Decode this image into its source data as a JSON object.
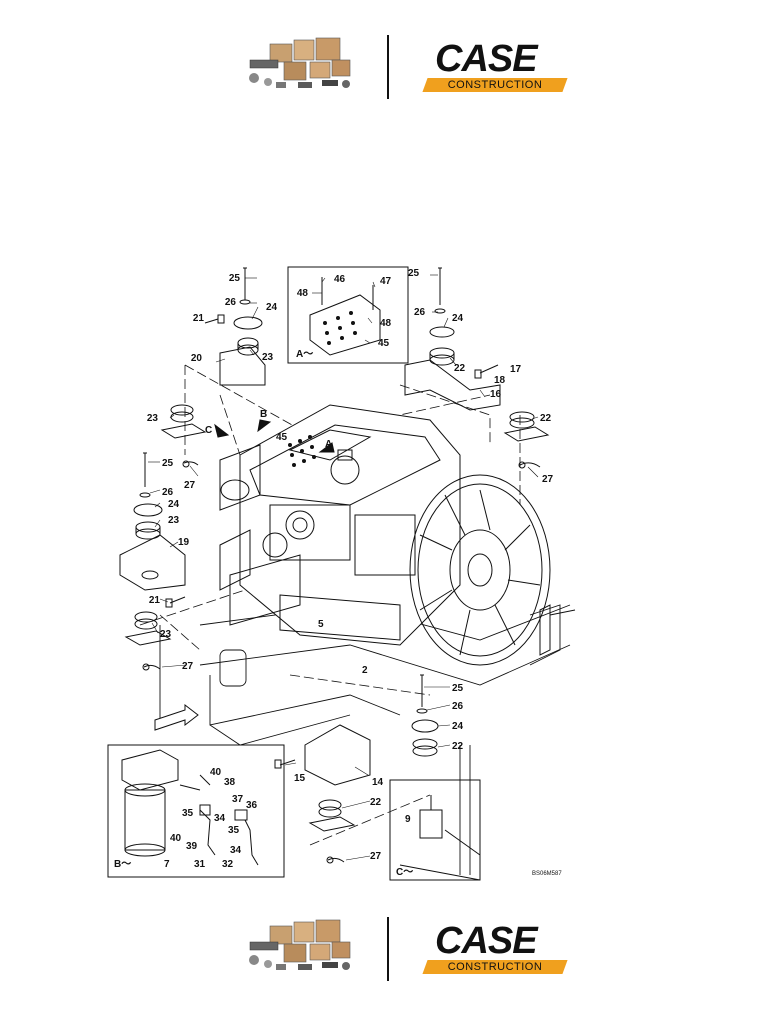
{
  "header": {
    "brand_name": "CASE",
    "brand_sub": "CONSTRUCTION",
    "parts_image": "parts-boxes-icon"
  },
  "footer": {
    "brand_name": "CASE",
    "brand_sub": "CONSTRUCTION",
    "parts_image": "parts-boxes-icon"
  },
  "colors": {
    "brand_orange": "#f0a01e",
    "ink": "#111111"
  },
  "diagram": {
    "reference_code": "BS06M587",
    "detail_a_label": "A～",
    "detail_b_label": "B～",
    "detail_c_label": "C～",
    "arrow_a": "A",
    "arrow_b": "B",
    "arrow_c": "C",
    "callouts": {
      "n25a": "25",
      "n26a": "26",
      "n21a": "21",
      "n24a": "24",
      "n20": "20",
      "n23a": "23",
      "n46": "46",
      "n48a": "48",
      "n47": "47",
      "n48b": "48",
      "n45a": "45",
      "n25b": "25",
      "n26b": "26",
      "n24b": "24",
      "n22a": "22",
      "n17": "17",
      "n18": "18",
      "n16": "16",
      "n22b": "22",
      "n27a": "27",
      "n23b": "23",
      "n45b": "45",
      "n25c": "25",
      "n27b": "27",
      "n26c": "26",
      "n24c": "24",
      "n23c": "23",
      "n19": "19",
      "n21b": "21",
      "n23d": "23",
      "n27c": "27",
      "n5": "5",
      "n2": "2",
      "n25d": "25",
      "n26d": "26",
      "n24d": "24",
      "n22c": "22",
      "n15": "15",
      "n14": "14",
      "n22d": "22",
      "n27d": "27",
      "n40a": "40",
      "n38": "38",
      "n37": "37",
      "n36": "36",
      "n35a": "35",
      "n35b": "35",
      "n34a": "34",
      "n40b": "40",
      "n39": "39",
      "n34b": "34",
      "n7": "7",
      "n31": "31",
      "n32": "32",
      "n9": "9"
    }
  }
}
